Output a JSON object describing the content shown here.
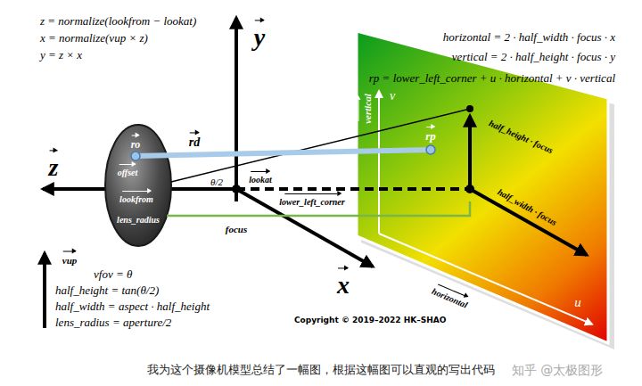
{
  "diagram": {
    "caption": "我为这个摄像机模型总结了一幅图，根据这幅图可以直观的写出代码",
    "nodes": [
      {
        "text": [
          "ro",
          "offset",
          "lookfrom",
          "lens_radius"
        ]
      },
      {
        "text": [
          "v",
          "vertical",
          "rp",
          "half_height · focus",
          "half_width · focus",
          "u"
        ]
      }
    ],
    "labels": [
      "z = normalize(lookfrom − lookat)",
      "x = normalize(vup × z)",
      "y = z × x",
      "horizontal = 2 · half_width · focus · x",
      "vertical = 2 · half_height · focus · y",
      "rp = lower_left_corner + u · horizontal + v · vertical",
      "y",
      "z",
      "x",
      "rd",
      "θ/2",
      "lookat",
      "lower_left_corner",
      "focus",
      "horizontal",
      "vup",
      "vfov = θ",
      "half_height = tan(θ/2)",
      "half_width = aspect · half_height",
      "lens_radius = aperture/2",
      "Copyright © 2019–2022 HK–SHAO",
      "知乎 @太极图形"
    ]
  }
}
